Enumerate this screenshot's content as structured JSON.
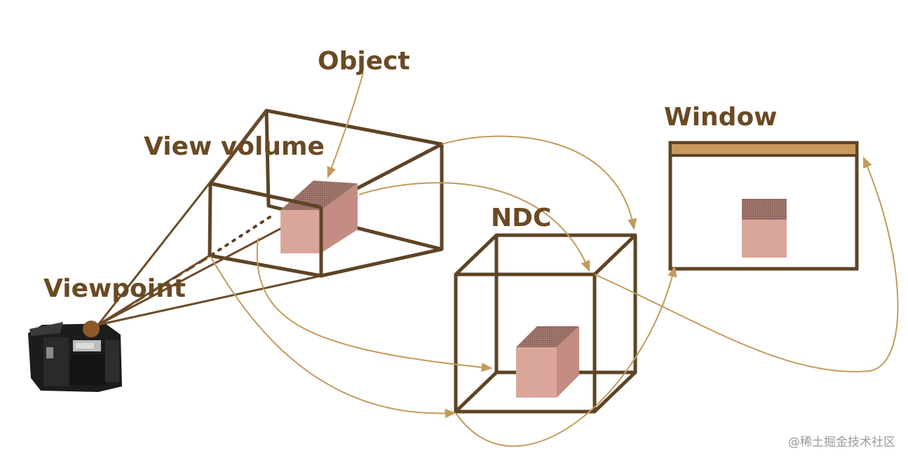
{
  "labels": {
    "object": "Object",
    "view_volume": "View volume",
    "ndc": "NDC",
    "window": "Window",
    "viewpoint": "Viewpoint"
  },
  "watermark": "@稀土掘金技术社区",
  "icons": {
    "camera": "camera-icon"
  },
  "colors": {
    "frame": "#5e4425",
    "label": "#6a4a24",
    "arrow": "#c49a5c",
    "cube_front": "#dba69a",
    "cube_top": "#9a7068",
    "cube_side": "#c48c82",
    "window_bar": "#c99a5c",
    "watermark": "#9a9a9a"
  }
}
